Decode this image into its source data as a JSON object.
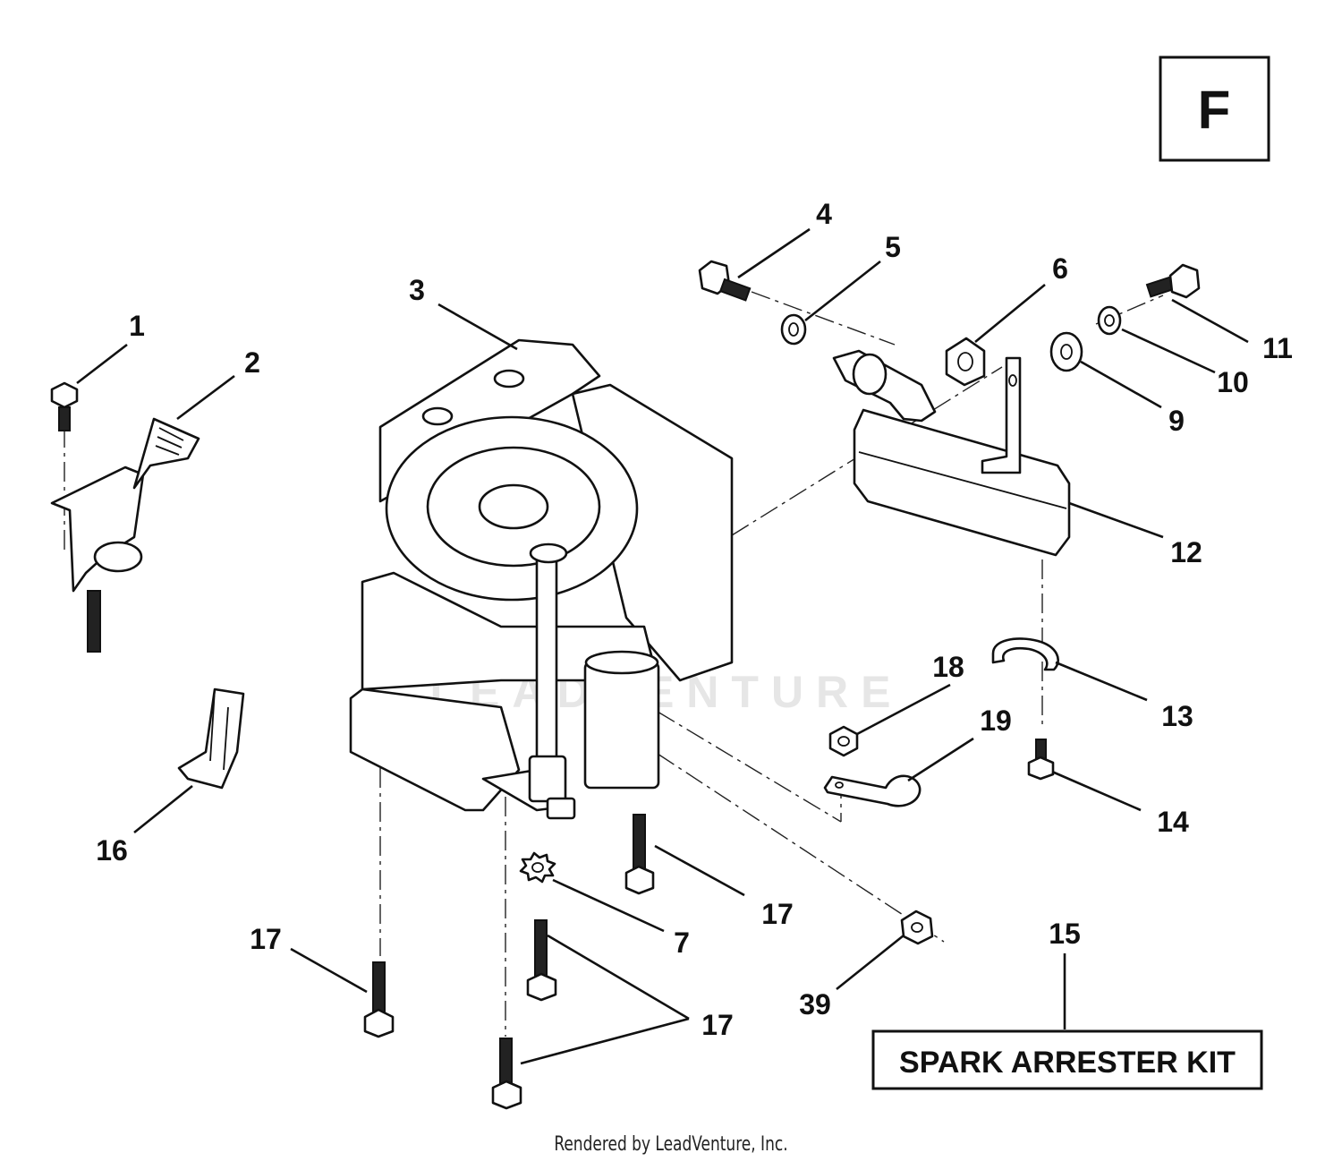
{
  "sheet_label": "F",
  "kit_label": "SPARK ARRESTER KIT",
  "watermark": "LEADVENTURE",
  "footer": "Rendered by LeadVenture, Inc.",
  "callouts": [
    {
      "id": "c1",
      "text": "1"
    },
    {
      "id": "c2",
      "text": "2"
    },
    {
      "id": "c3",
      "text": "3"
    },
    {
      "id": "c4",
      "text": "4"
    },
    {
      "id": "c5",
      "text": "5"
    },
    {
      "id": "c6",
      "text": "6"
    },
    {
      "id": "c7",
      "text": "7"
    },
    {
      "id": "c9",
      "text": "9"
    },
    {
      "id": "c10",
      "text": "10"
    },
    {
      "id": "c11",
      "text": "11"
    },
    {
      "id": "c12",
      "text": "12"
    },
    {
      "id": "c13",
      "text": "13"
    },
    {
      "id": "c14",
      "text": "14"
    },
    {
      "id": "c15",
      "text": "15"
    },
    {
      "id": "c16",
      "text": "16"
    },
    {
      "id": "c17a",
      "text": "17"
    },
    {
      "id": "c17b",
      "text": "17"
    },
    {
      "id": "c17c",
      "text": "17"
    },
    {
      "id": "c18",
      "text": "18"
    },
    {
      "id": "c19",
      "text": "19"
    },
    {
      "id": "c39",
      "text": "39"
    }
  ]
}
